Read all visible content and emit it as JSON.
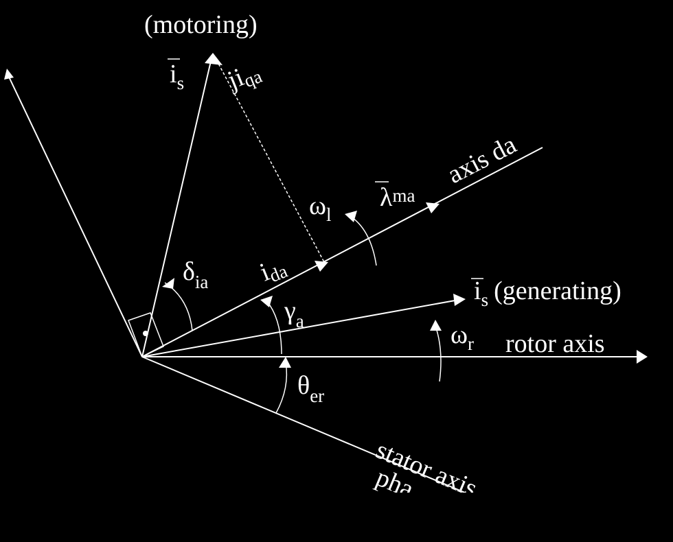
{
  "colors": {
    "background": "#000000",
    "foreground": "#ffffff"
  },
  "labels": {
    "motoring": "(motoring)",
    "is_motoring_main": "i",
    "is_motoring_sub": "s",
    "jiqa_main": "ji",
    "jiqa_sub": "qa",
    "axis_da": "axis da",
    "lambda_main": "λ",
    "lambda_sub": "ma",
    "omega_l_main": "ω",
    "omega_l_sub": "l",
    "delta_main": "δ",
    "delta_sub": "ia",
    "ida_main": "i",
    "ida_sub": "da",
    "gamma_main": "γ",
    "gamma_sub": "a",
    "is_gen_main": "i",
    "is_gen_sub": "s",
    "generating": "(generating)",
    "omega_r_main": "ω",
    "omega_r_sub": "r",
    "rotor_axis": "rotor axis",
    "theta_main": "θ",
    "theta_sub": "er",
    "stator_axis": "stator axis",
    "stator_axis_line2": "pha"
  }
}
